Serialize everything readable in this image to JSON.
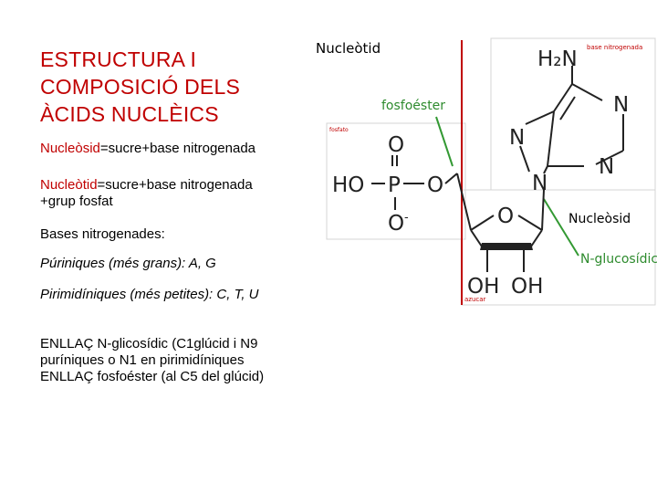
{
  "title": {
    "line1": "ESTRUCTURA I",
    "line2": "COMPOSICIÓ DELS",
    "line3": "ÀCIDS NUCLÈICS"
  },
  "definitions": {
    "nucleoside_term": "Nucleòsid",
    "nucleoside_def": "=sucre+base nitrogenada",
    "nucleotide_term": "Nucleòtid",
    "nucleotide_def_line1": "=sucre+base nitrogenada",
    "nucleotide_def_line2": "+grup fosfat"
  },
  "bases": {
    "heading": "Bases nitrogenades:",
    "purines": "Púriniques (més grans): A, G",
    "pyrimidines": "Pirimidíniques (més petites): C, T, U"
  },
  "bonds": {
    "line1": "ENLLAÇ N-glicosídic (C1glúcid i N9",
    "line2": "puríniques o N1 en pirimidíniques",
    "line3": "ENLLAÇ fosfoéster (al C5 del glúcid)"
  },
  "diagram": {
    "nucleotide_label": "Nucleòtid",
    "nucleoside_label": "Nucleòsid",
    "base_label": "base nitrogenada",
    "phosphate_label": "fosfato",
    "sugar_label": "azucar",
    "phosphoester_label": "fosfoéster",
    "glycosidic_label": "N-glucosídic",
    "amine_group": "H₂N",
    "atom_N": "N",
    "atom_O": "O",
    "atom_P": "P",
    "hydroxyl_HO": "HO",
    "charge_minus": "-",
    "hydroxyl_OH": "OH",
    "accent_color": "#c00000",
    "callout_line_color": "#339933"
  }
}
